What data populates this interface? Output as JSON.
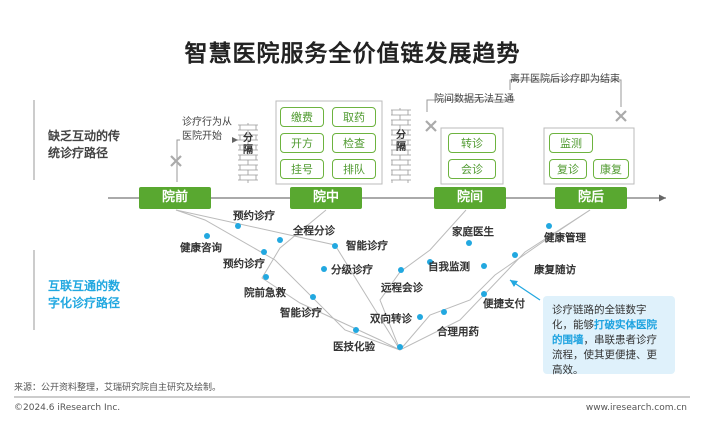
{
  "title": "智慧医院服务全价值链发展趋势",
  "rows": {
    "traditional": "缺乏互动的传统诊疗路径",
    "digital": "互联互通的数字化诊疗路径"
  },
  "stages": [
    "院前",
    "院中",
    "院间",
    "院后"
  ],
  "in_hospital_items": [
    "缴费",
    "取药",
    "开方",
    "检查",
    "挂号",
    "排队"
  ],
  "inter_hospital_items": [
    "转诊",
    "会诊"
  ],
  "post_hospital_items": [
    "监测",
    "复诊",
    "康复"
  ],
  "notes": {
    "pre": "诊疗行为从医院开始",
    "inter": "院间数据无法互通",
    "post": "离开医院后诊疗即为结束",
    "wall": "分隔"
  },
  "digital_nodes": [
    "预约诊疗",
    "全程分诊",
    "智能诊疗",
    "健康咨询",
    "预约诊疗",
    "分级诊疗",
    "院前急救",
    "智能诊疗",
    "双向转诊",
    "医技化验",
    "家庭医生",
    "自我监测",
    "远程会诊",
    "合理用药",
    "健康管理",
    "康复随访",
    "便捷支付"
  ],
  "callout": {
    "part1": "诊疗链路的全链数字化，能够",
    "highlight": "打破实体医院的围墙",
    "part2": "，串联患者诊疗流程，使其更便捷、更高效。"
  },
  "source": "来源：公开资料整理，艾瑞研究院自主研究及绘制。",
  "footer_left": "©2024.6 iResearch Inc.",
  "footer_right": "www.iresearch.com.cn",
  "colors": {
    "green": "#59a830",
    "blue": "#22a8e0",
    "callout_bg": "#dff1fb"
  }
}
